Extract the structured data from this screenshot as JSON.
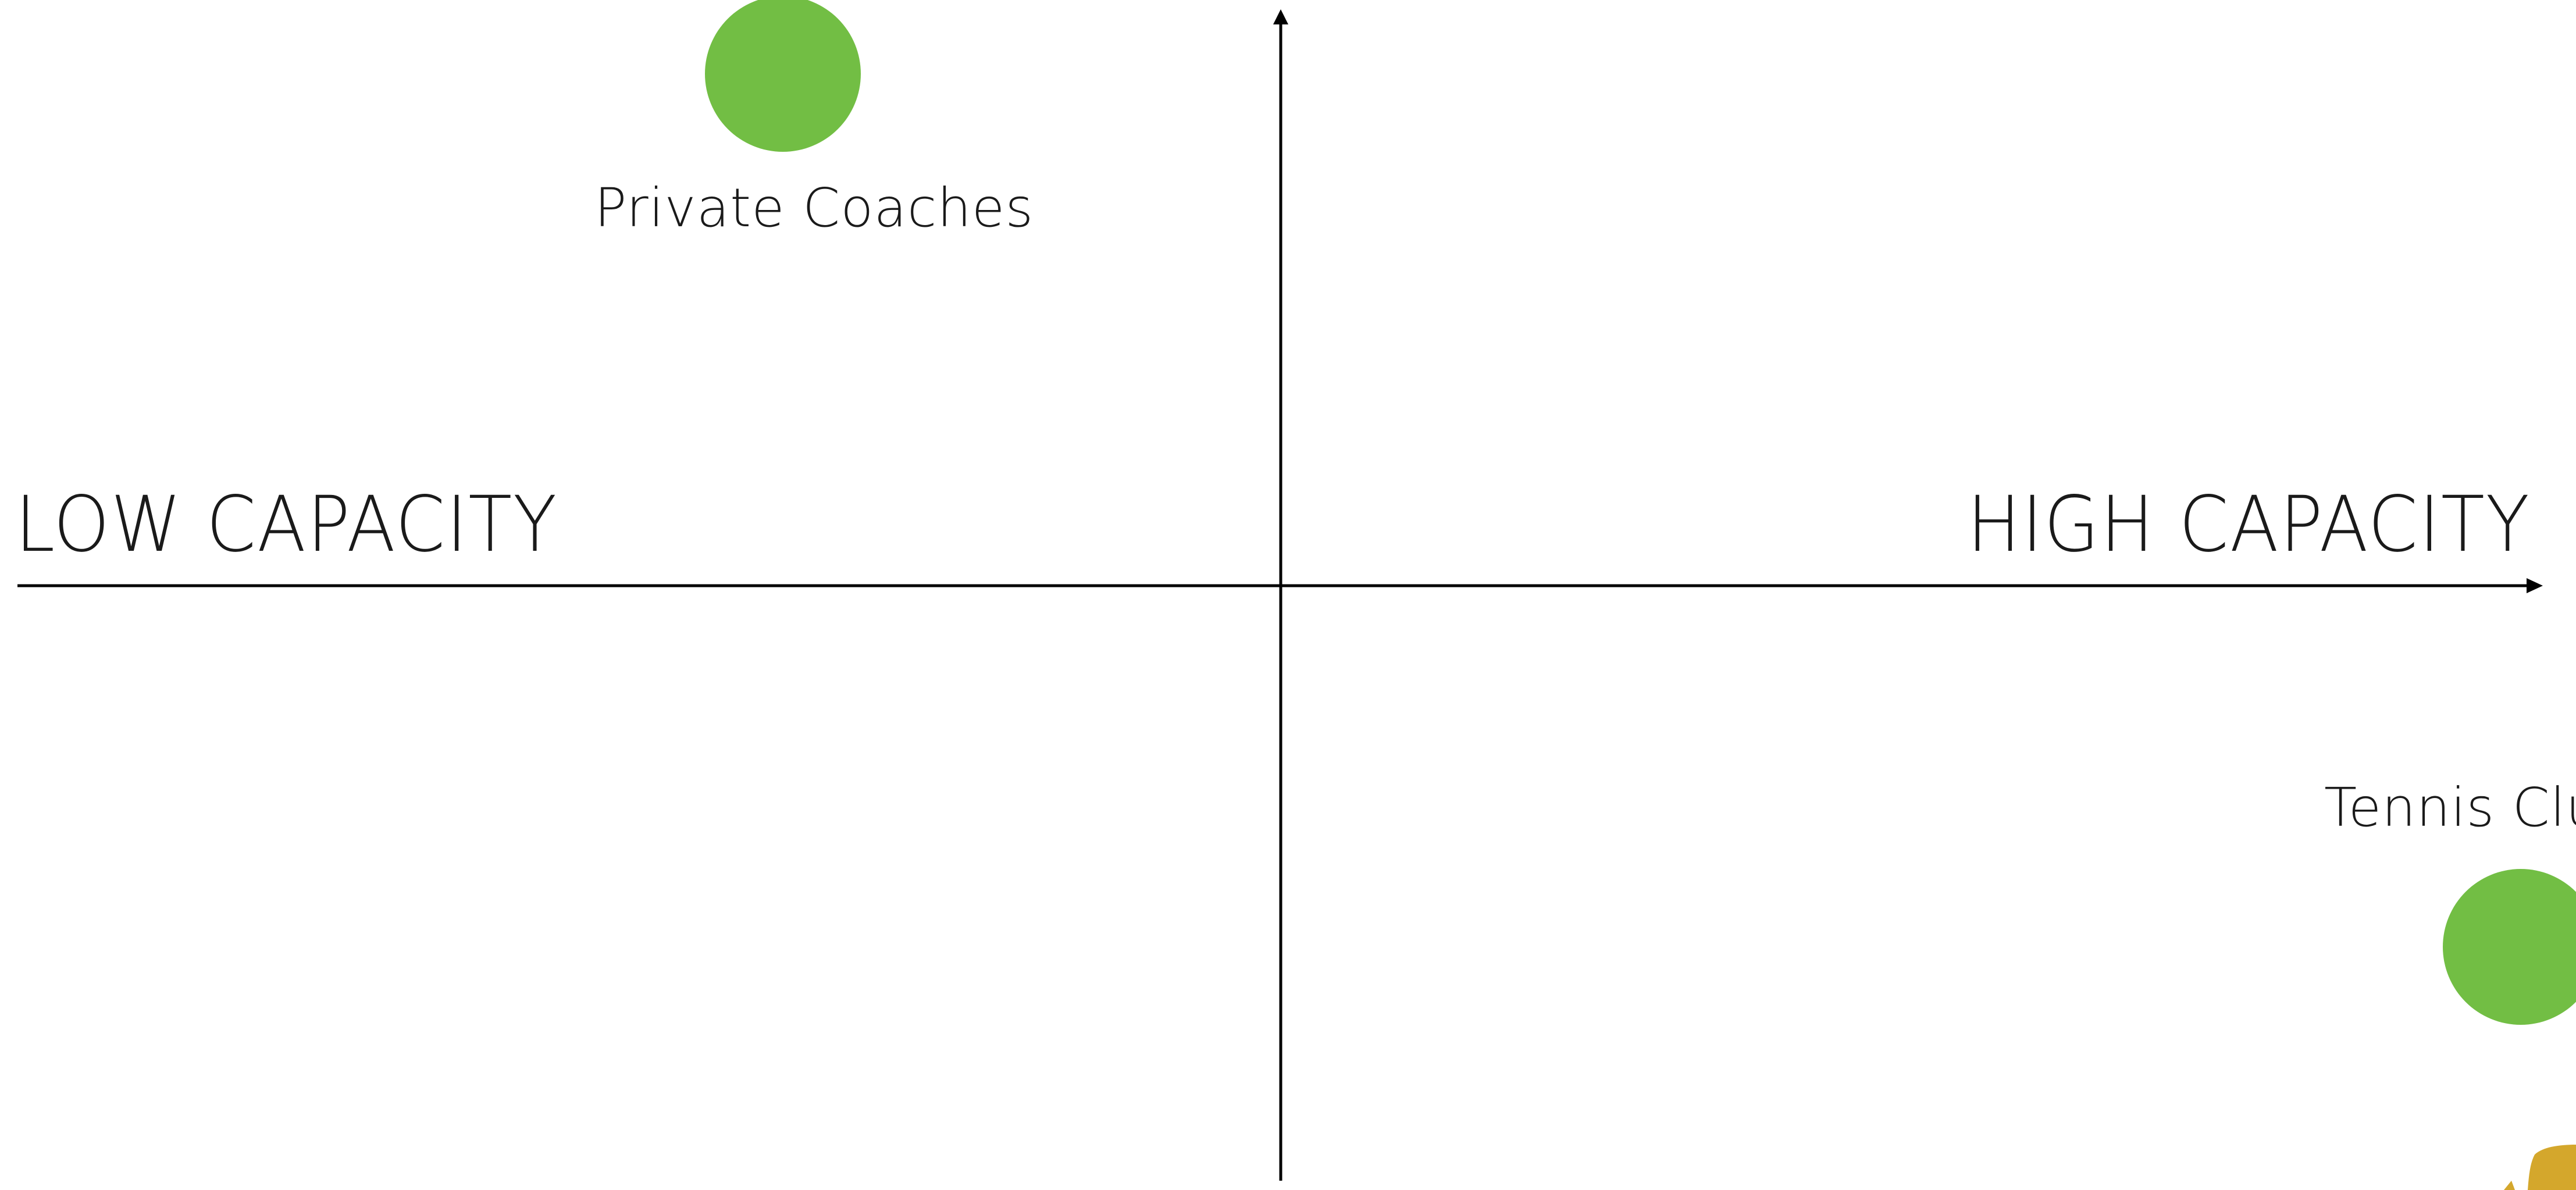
{
  "diagram": {
    "type": "quadrant-positioning-map",
    "x_axis": {
      "left_label": "LOW CAPACITY",
      "right_label": "HIGH CAPACITY"
    },
    "y_axis": {
      "top_label": "",
      "bottom_label": ""
    },
    "nodes": [
      {
        "label": "Private Coaches",
        "color": "#72be44",
        "quadrant": "top-left"
      },
      {
        "label": "Tennis Club",
        "color": "#72be44",
        "quadrant": "bottom-right"
      }
    ],
    "partial_shape_color": "#d4a72c"
  }
}
